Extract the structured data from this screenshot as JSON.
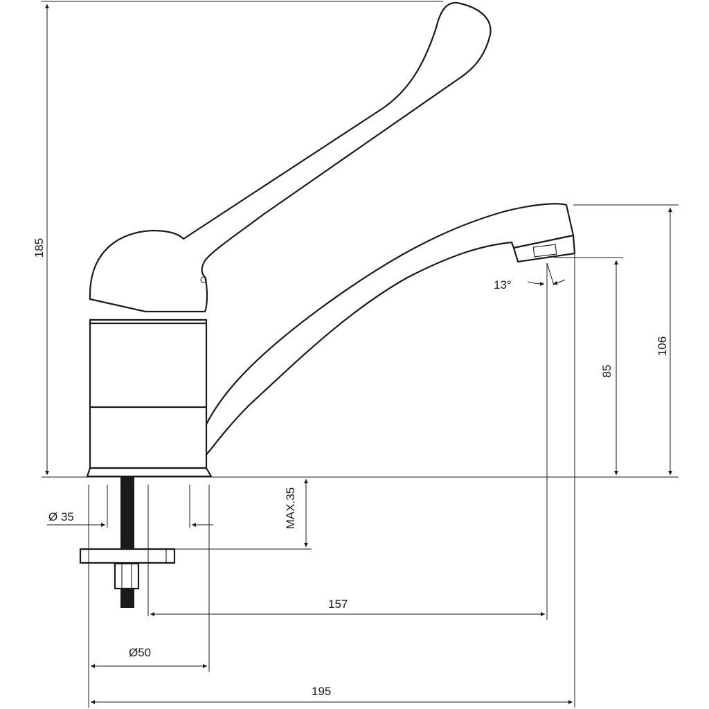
{
  "drawing": {
    "labels": {
      "total_height": "185",
      "pipe_diameter": "Ø 35",
      "mount_depth": "MAX.35",
      "spout_reach": "157",
      "base_diameter": "Ø50",
      "total_length": "195",
      "spout_angle": "13°",
      "outlet_height": "85",
      "spout_height": "106"
    }
  }
}
